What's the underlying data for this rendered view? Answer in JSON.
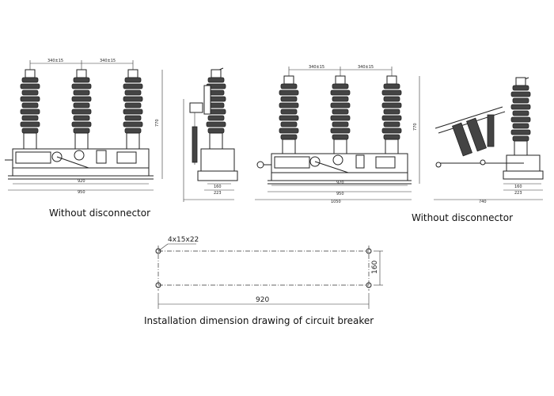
{
  "captions": {
    "left": "Without disconnector",
    "right": "Without disconnector",
    "bottom": "Installation dimension drawing of circuit breaker"
  },
  "dims": {
    "spacing": "340±15",
    "d920": "920",
    "d950": "950",
    "d1050": "1050",
    "d770": "770",
    "d160": "160",
    "d223": "223",
    "d740": "740",
    "holes": "4x15x22"
  }
}
